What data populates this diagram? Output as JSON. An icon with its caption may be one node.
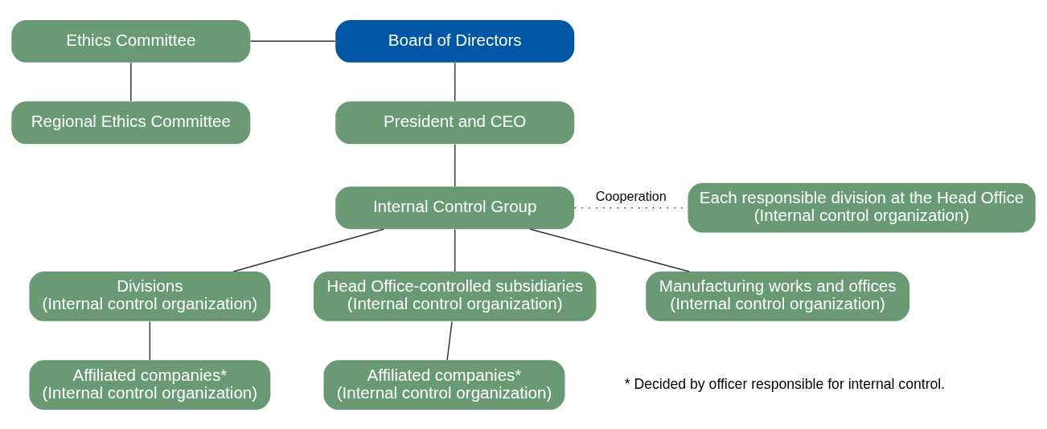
{
  "diagram": {
    "nodes": [
      {
        "text": [
          "Board of Directors"
        ]
      },
      {
        "text": [
          "Ethics Committee"
        ]
      },
      {
        "text": [
          "Regional Ethics Committee"
        ]
      },
      {
        "text": [
          "President and CEO"
        ]
      },
      {
        "text": [
          "Internal Control Group"
        ]
      },
      {
        "text": [
          "Each responsible division at the Head Office",
          "(Internal control organization)"
        ]
      },
      {
        "text": [
          "Divisions",
          "(Internal control organization)"
        ]
      },
      {
        "text": [
          "Head Office-controlled subsidiaries",
          "(Internal control organization)"
        ]
      },
      {
        "text": [
          "Manufacturing works and offices",
          "(Internal control organization)"
        ]
      },
      {
        "text": [
          "Affiliated companies*",
          "(Internal control organization)"
        ]
      },
      {
        "text": [
          "Affiliated companies*",
          "(Internal control organization)"
        ]
      }
    ],
    "edges": [
      {
        "from": 0,
        "to": 3,
        "arrow": "none"
      },
      {
        "from": 1,
        "to": 0,
        "arrow": "none"
      },
      {
        "from": 1,
        "to": 2,
        "arrow": "none"
      },
      {
        "from": 3,
        "to": 4,
        "arrow": "none"
      },
      {
        "from": 4,
        "to": 5,
        "arrow": "none",
        "label": "Cooperation",
        "style": "dashed"
      },
      {
        "from": 4,
        "to": 6,
        "arrow": "none"
      },
      {
        "from": 4,
        "to": 7,
        "arrow": "none"
      },
      {
        "from": 4,
        "to": 8,
        "arrow": "none"
      },
      {
        "from": 6,
        "to": 9,
        "arrow": "none"
      },
      {
        "from": 7,
        "to": 10,
        "arrow": "none"
      }
    ],
    "labels": [
      "* Decided by officer responsible for internal control."
    ]
  }
}
